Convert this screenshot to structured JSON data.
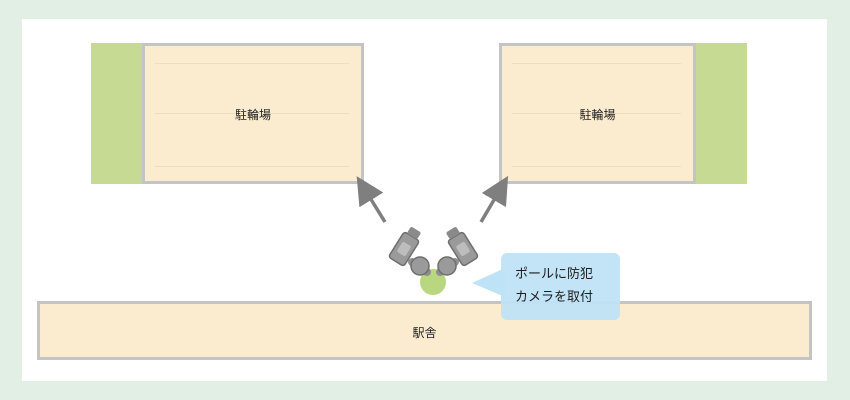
{
  "labels": {
    "lot_left": "駐輪場",
    "lot_right": "駐輪場",
    "station": "駅舎",
    "callout_line1": "ポールに防犯",
    "callout_line2": "カメラを取付"
  },
  "colors": {
    "background": "#e2efe5",
    "building_fill": "#fbecd0",
    "building_border": "#c4c4c4",
    "greenery": "#c6da93",
    "callout": "#bfe3f6",
    "camera": "#9e9e9e",
    "pole": "#b9d77f"
  },
  "icons": [
    "security-camera-icon",
    "arrow-up-left-icon",
    "arrow-up-right-icon"
  ]
}
